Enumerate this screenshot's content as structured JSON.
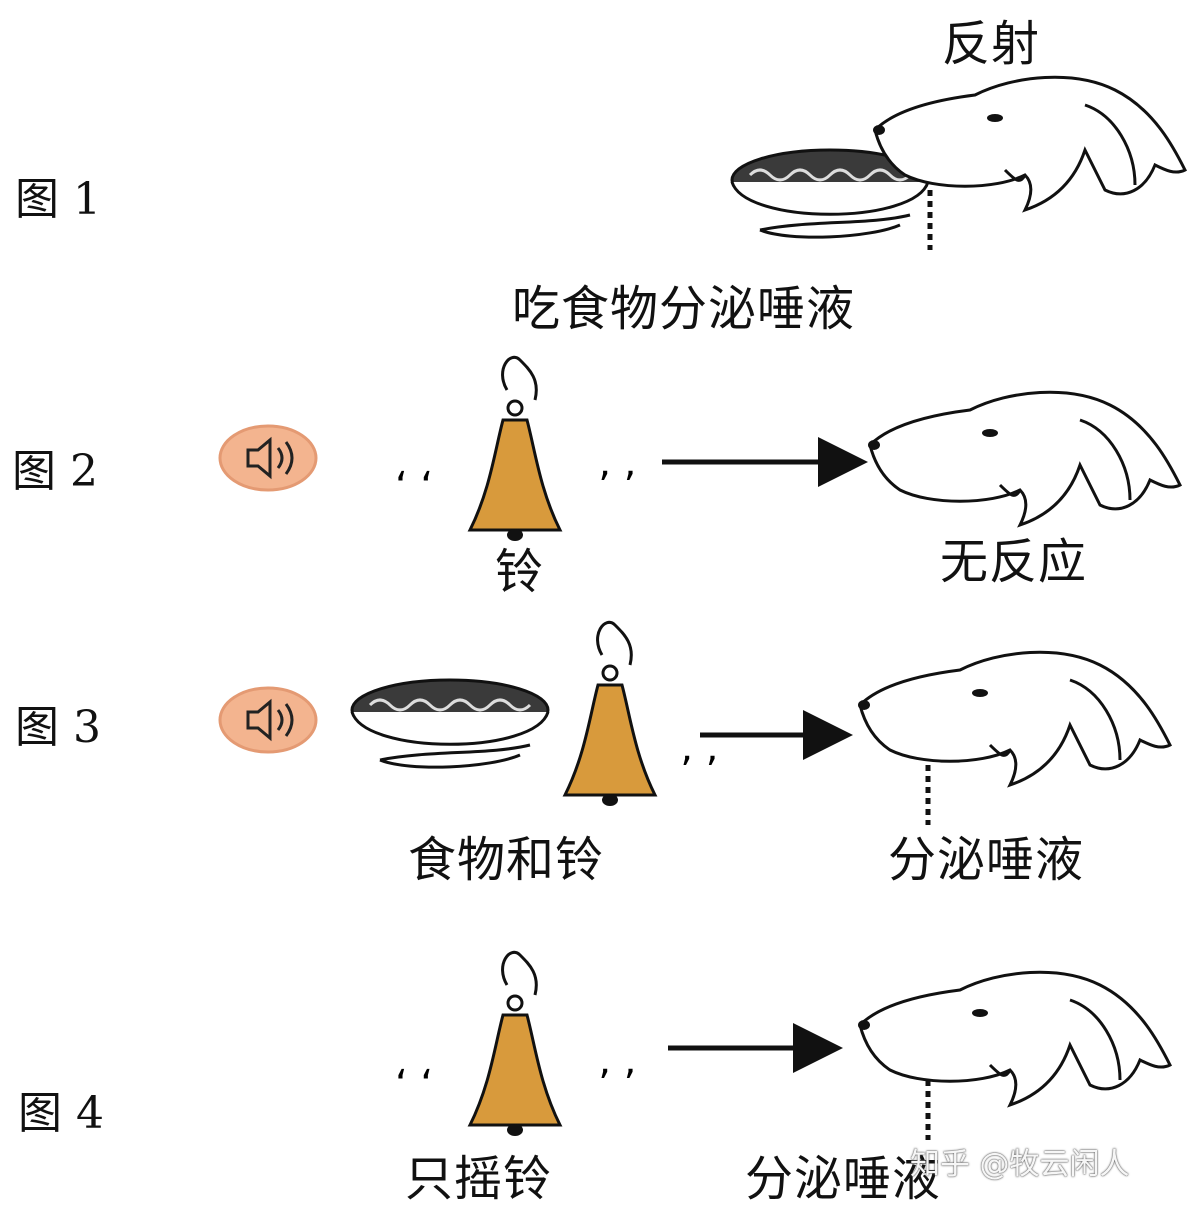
{
  "figures": [
    {
      "label": "图 1",
      "top_caption": "反射",
      "left_caption": "",
      "right_caption": "吃食物分泌唾液"
    },
    {
      "label": "图 2",
      "left_caption": "铃",
      "right_caption": "无反应",
      "icon": "speaker-icon"
    },
    {
      "label": "图 3",
      "left_caption": "食物和铃",
      "right_caption": "分泌唾液",
      "icon": "speaker-icon"
    },
    {
      "label": "图 4",
      "left_caption": "只摇铃",
      "right_caption": "分泌唾液"
    }
  ],
  "watermark": "知乎 @牧云闲人",
  "colors": {
    "bell": "#d89a3c",
    "speaker_button": "#f3b48f",
    "ink": "#111111"
  }
}
